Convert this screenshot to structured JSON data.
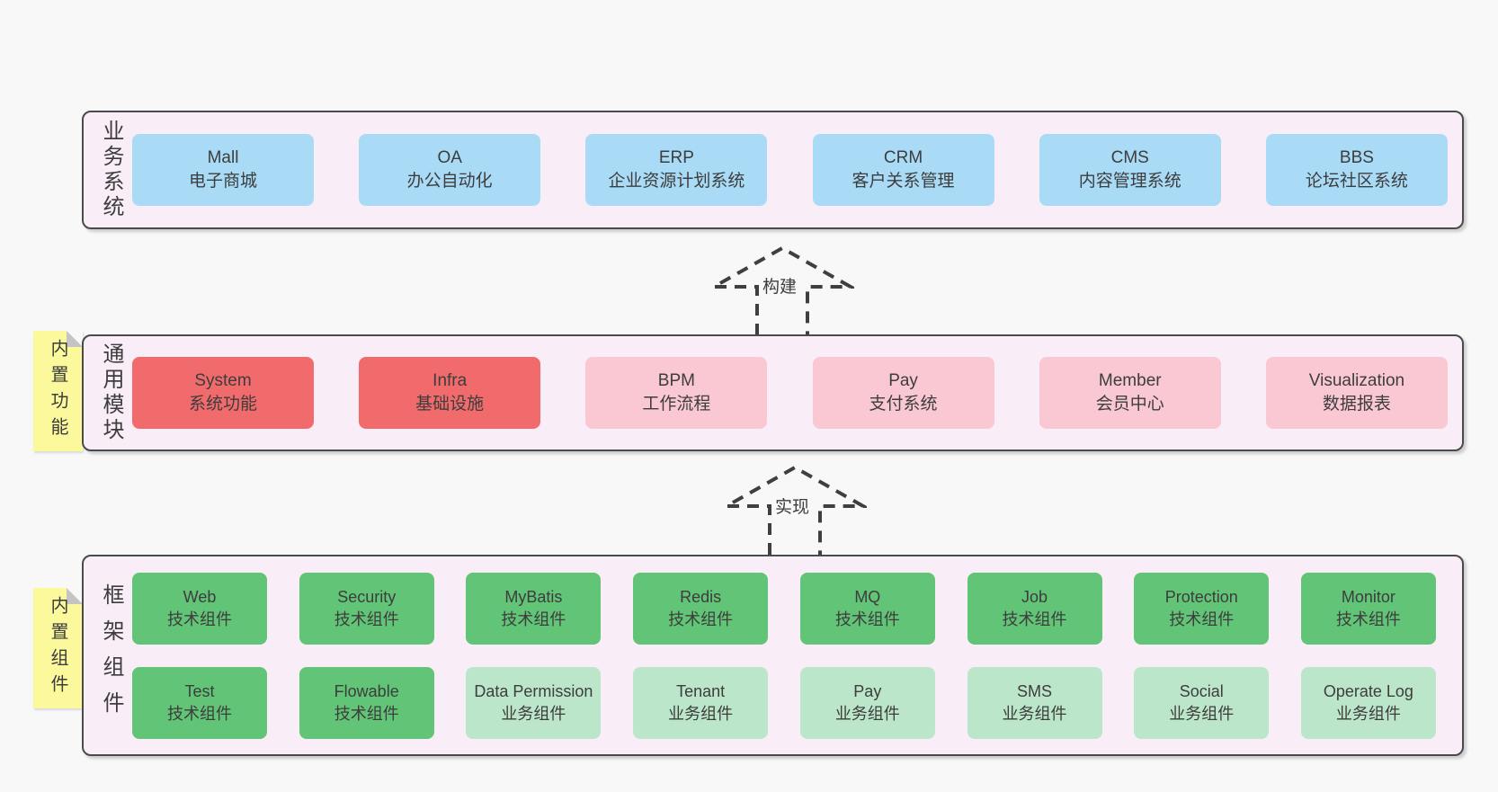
{
  "diagram": {
    "colors": {
      "page_bg": "#f8f8f8",
      "band_bg": "#f9eef7",
      "band_border": "#4a4a4a",
      "text": "#3d3d3d",
      "blue": "#a9dbf7",
      "red": "#f16b6c",
      "pink": "#f9c8d3",
      "green": "#61c476",
      "lightgreen": "#bce6c9",
      "sticky_yellow": "#fbf99c",
      "sticky_fold": "#c4c4c4",
      "arrow_dash": "#3f3f3f"
    },
    "arrows": [
      {
        "label": "构建"
      },
      {
        "label": "实现"
      }
    ],
    "bands": [
      {
        "id": "business-systems",
        "label": "业务系统",
        "sticky": null,
        "rows": [
          [
            {
              "name": "Mall",
              "desc": "电子商城",
              "variant": "blue"
            },
            {
              "name": "OA",
              "desc": "办公自动化",
              "variant": "blue"
            },
            {
              "name": "ERP",
              "desc": "企业资源计划系统",
              "variant": "blue"
            },
            {
              "name": "CRM",
              "desc": "客户关系管理",
              "variant": "blue"
            },
            {
              "name": "CMS",
              "desc": "内容管理系统",
              "variant": "blue"
            },
            {
              "name": "BBS",
              "desc": "论坛社区系统",
              "variant": "blue"
            }
          ]
        ]
      },
      {
        "id": "common-modules",
        "label": "通用模块",
        "sticky": "内置功能",
        "rows": [
          [
            {
              "name": "System",
              "desc": "系统功能",
              "variant": "red"
            },
            {
              "name": "Infra",
              "desc": "基础设施",
              "variant": "red"
            },
            {
              "name": "BPM",
              "desc": "工作流程",
              "variant": "pink"
            },
            {
              "name": "Pay",
              "desc": "支付系统",
              "variant": "pink"
            },
            {
              "name": "Member",
              "desc": "会员中心",
              "variant": "pink"
            },
            {
              "name": "Visualization",
              "desc": "数据报表",
              "variant": "pink"
            }
          ]
        ]
      },
      {
        "id": "framework-components",
        "label": "框架组件",
        "sticky": "内置组件",
        "rows": [
          [
            {
              "name": "Web",
              "desc": "技术组件",
              "variant": "green"
            },
            {
              "name": "Security",
              "desc": "技术组件",
              "variant": "green"
            },
            {
              "name": "MyBatis",
              "desc": "技术组件",
              "variant": "green"
            },
            {
              "name": "Redis",
              "desc": "技术组件",
              "variant": "green"
            },
            {
              "name": "MQ",
              "desc": "技术组件",
              "variant": "green"
            },
            {
              "name": "Job",
              "desc": "技术组件",
              "variant": "green"
            },
            {
              "name": "Protection",
              "desc": "技术组件",
              "variant": "green"
            },
            {
              "name": "Monitor",
              "desc": "技术组件",
              "variant": "green"
            }
          ],
          [
            {
              "name": "Test",
              "desc": "技术组件",
              "variant": "green"
            },
            {
              "name": "Flowable",
              "desc": "技术组件",
              "variant": "green"
            },
            {
              "name": "Data Permission",
              "desc": "业务组件",
              "variant": "lightgreen"
            },
            {
              "name": "Tenant",
              "desc": "业务组件",
              "variant": "lightgreen"
            },
            {
              "name": "Pay",
              "desc": "业务组件",
              "variant": "lightgreen"
            },
            {
              "name": "SMS",
              "desc": "业务组件",
              "variant": "lightgreen"
            },
            {
              "name": "Social",
              "desc": "业务组件",
              "variant": "lightgreen"
            },
            {
              "name": "Operate Log",
              "desc": "业务组件",
              "variant": "lightgreen"
            }
          ]
        ]
      }
    ]
  }
}
